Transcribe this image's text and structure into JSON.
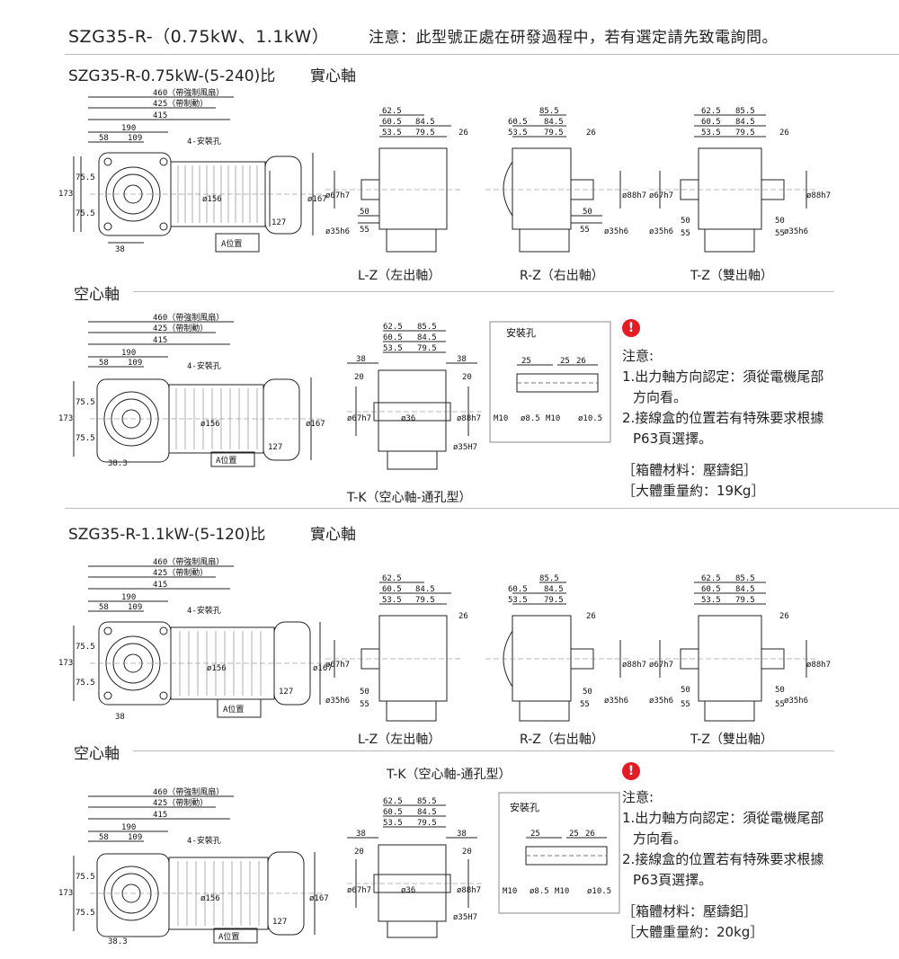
{
  "header": {
    "model": "SZG35-R-（0.75kW、1.1kW）",
    "notice": "注意：此型號正處在研發過程中，若有選定請先致電詢問。"
  },
  "sections": [
    {
      "title": "SZG35-R-0.75kW-(5-240)比",
      "solid_label": "實心軸",
      "hollow_label": "空心軸",
      "captions": {
        "lz": "L-Z（左出軸）",
        "rz": "R-Z（右出軸）",
        "tz": "T-Z（雙出軸）",
        "tk": "T-K（空心軸-通孔型）"
      },
      "mount_hole_label": "安裝孔",
      "notes_title": "注意:",
      "notes": [
        "1.出力軸方向認定：須從電機尾部",
        "方向看。",
        "2.接線盒的位置若有特殊要求根據",
        "P63頁選擇。"
      ],
      "material": "［箱體材料：壓鑄鋁］",
      "weight": "［大體重量約：19Kg］"
    },
    {
      "title": "SZG35-R-1.1kW-(5-120)比",
      "solid_label": "實心軸",
      "hollow_label": "空心軸",
      "captions": {
        "lz": "L-Z（左出軸）",
        "rz": "R-Z（右出軸）",
        "tz": "T-Z（雙出軸）",
        "tk": "T-K（空心軸-通孔型）"
      },
      "mount_hole_label": "安裝孔",
      "notes_title": "注意:",
      "notes": [
        "1.出力軸方向認定：須從電機尾部",
        "方向看。",
        "2.接線盒的位置若有特殊要求根據",
        "P63頁選擇。"
      ],
      "material": "［箱體材料：壓鑄鋁］",
      "weight": "［大體重量約：20kg］"
    }
  ],
  "warn_symbol": "!",
  "dims": {
    "total_fan": "460（帶強制風扇）",
    "total_brake": "425（帶制動）",
    "d415": "415",
    "d190": "190",
    "d58": "58",
    "d109": "109",
    "holes": "4-安裝孔",
    "d173": "173",
    "d75_5": "75.5",
    "d38": "38",
    "d38_3": "38.3",
    "phi156": "ø156",
    "phi167": "ø167",
    "d127": "127",
    "a_pos": "A位置",
    "d62_5": "62.5",
    "d60_5": "60.5",
    "d53_5": "53.5",
    "d85_5": "85.5",
    "d84_5": "84.5",
    "d79_5": "79.5",
    "d26": "26",
    "d50": "50",
    "d55": "55",
    "phi67": "ø67h7",
    "phi35": "ø35h6",
    "phi88": "ø88h7",
    "d20": "20",
    "phi36": "ø36",
    "phi35H7": "ø35H7",
    "d25": "25",
    "m10": "M10",
    "phi8_5": "ø8.5",
    "phi10_5": "ø10.5"
  }
}
